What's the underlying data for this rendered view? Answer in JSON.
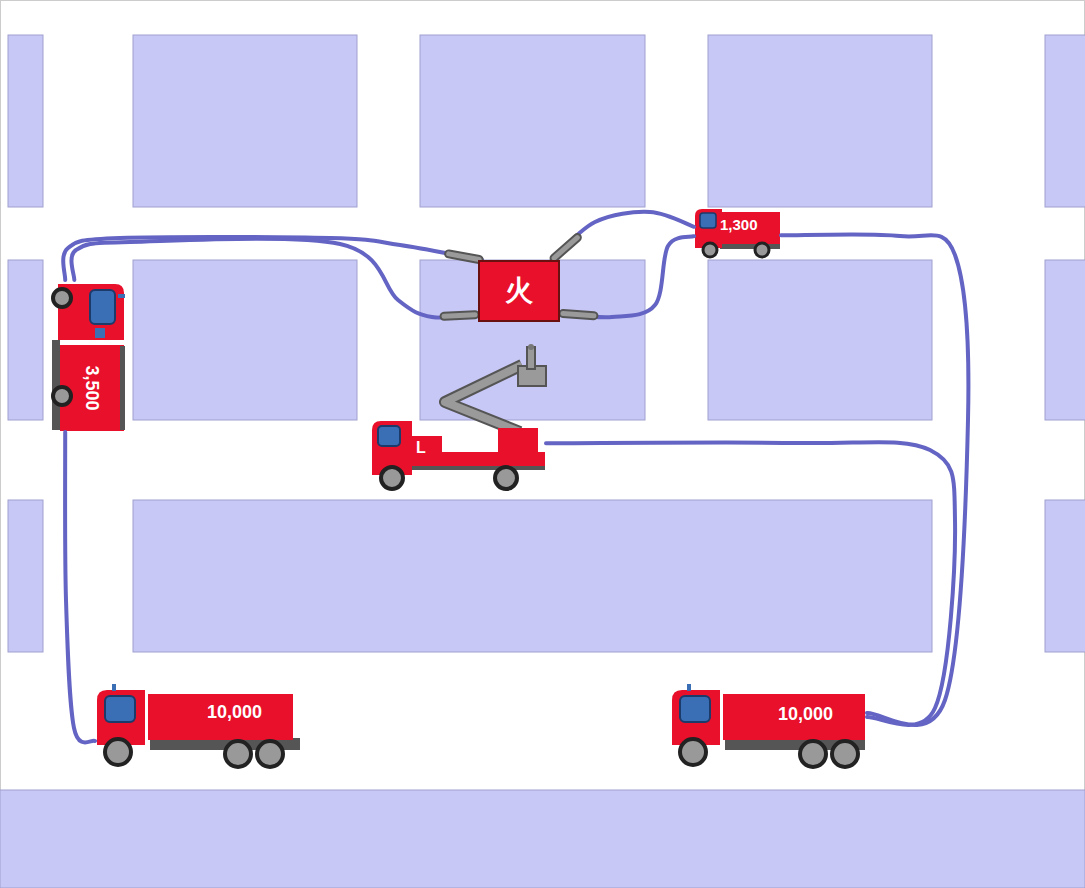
{
  "diagram": {
    "nodes": [
      {
        "text": [
          "1,300"
        ]
      },
      {
        "text": [
          "火"
        ]
      },
      {
        "text": [
          "3,500"
        ]
      },
      {
        "text": [
          "L"
        ]
      },
      {
        "text": [
          "10,000"
        ]
      },
      {
        "text": [
          "10,000"
        ]
      }
    ],
    "edges": [
      {
        "from": 4,
        "to": 2,
        "arrow": "none"
      },
      {
        "from": 5,
        "to": 0,
        "arrow": "none"
      },
      {
        "from": 5,
        "to": 3,
        "arrow": "none"
      },
      {
        "from": 2,
        "to": 1,
        "arrow": "none"
      },
      {
        "from": 2,
        "to": 1,
        "arrow": "none"
      },
      {
        "from": 0,
        "to": 1,
        "arrow": "none"
      },
      {
        "from": 0,
        "to": 1,
        "arrow": "none"
      }
    ]
  }
}
